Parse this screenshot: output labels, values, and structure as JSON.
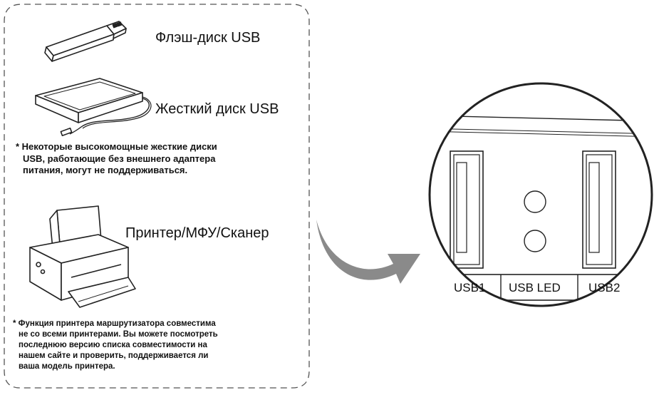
{
  "devices": {
    "flash_label": "Флэш-диск USB",
    "hdd_label": "Жесткий диск USB",
    "hdd_note": [
      "* Некоторые высокомощные жесткие диски",
      "USB, работающие без внешнего адаптера",
      "питания, могут не поддерживаться."
    ],
    "printer_label": "Принтер/МФУ/Сканер",
    "printer_note": [
      "* Функция принтера маршрутизатора совместима",
      "не со всеми принтерами. Вы можете посмотреть",
      "последнюю версию списка совместимости на",
      "нашем сайте и проверить, поддерживается ли",
      "ваша модель принтера."
    ]
  },
  "router_ports": {
    "usb1_label": "USB1",
    "usb_led_label": "USB LED",
    "usb2_label": "USB2"
  },
  "colors": {
    "line": "#222222",
    "arrow": "#8a8a8a",
    "dash": "#555555"
  },
  "icons": [
    "usb-flash-drive-icon",
    "usb-hard-drive-icon",
    "printer-icon",
    "curved-arrow-icon",
    "router-ports-zoom-icon"
  ]
}
